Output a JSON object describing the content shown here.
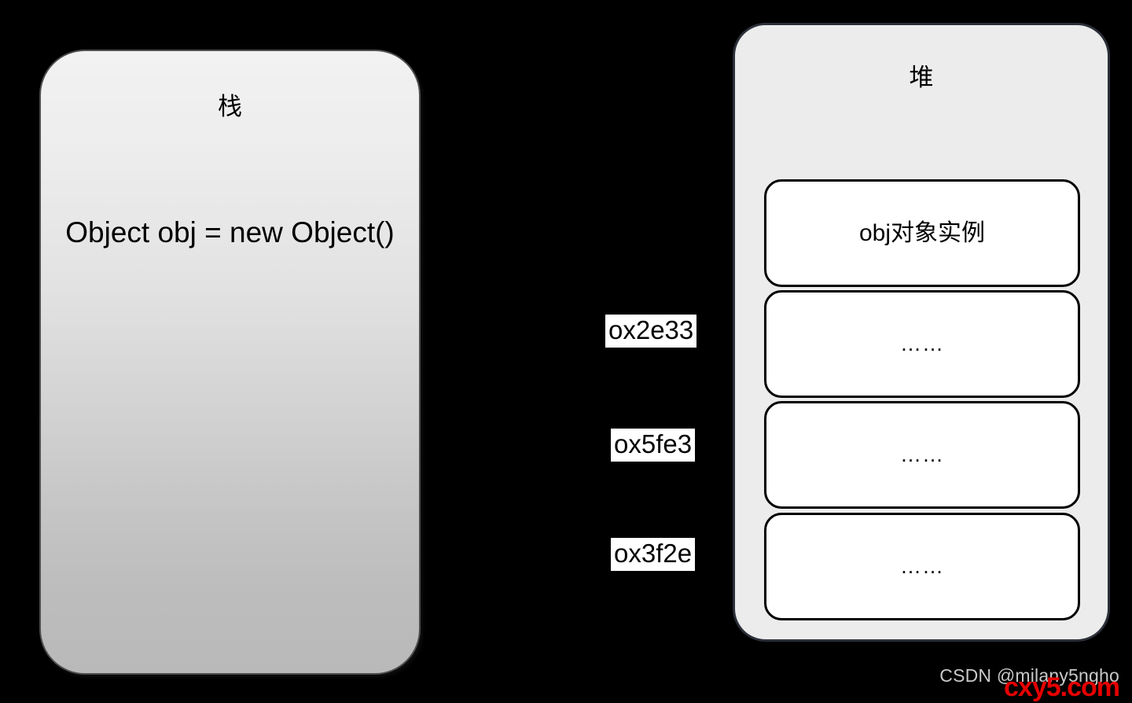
{
  "diagram": {
    "background_color": "#000000",
    "stack": {
      "title": "栈",
      "expression": "Object obj = new Object()",
      "fill_top_color": "#f2f2f2",
      "fill_bottom_color": "#b9b9b9",
      "border_color": "#4d4d4d"
    },
    "heap": {
      "title": "堆",
      "fill_color": "#ececec",
      "border_color": "#2b2f38",
      "slots": [
        {
          "label": "obj对象实例"
        },
        {
          "label": "……"
        },
        {
          "label": "……"
        },
        {
          "label": "……"
        }
      ]
    },
    "addresses": [
      {
        "value": "ox2e33"
      },
      {
        "value": "ox5fe3"
      },
      {
        "value": "ox3f2e"
      }
    ],
    "watermark": {
      "csdn": "CSDN @milany5ngho",
      "site": "cxy5.com",
      "site_color": "#e60000",
      "csdn_color": "#c9c9c9"
    }
  }
}
